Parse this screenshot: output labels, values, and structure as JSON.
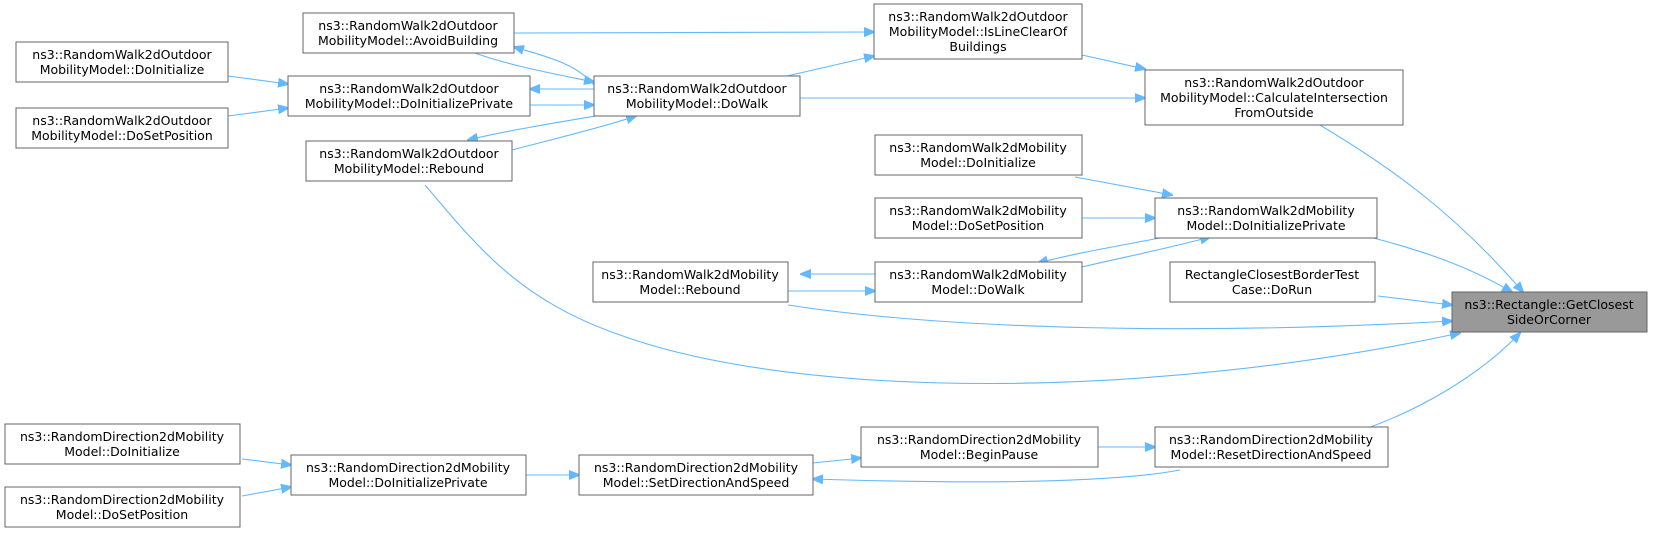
{
  "colors": {
    "edge": "#63b8ff",
    "node_border": "#666666",
    "root_fill": "#999999",
    "background": "#ffffff"
  },
  "nodes": {
    "root": [
      "ns3::Rectangle::GetClosest",
      "SideOrCorner"
    ],
    "rw2o_avoid": [
      "ns3::RandomWalk2dOutdoor",
      "MobilityModel::AvoidBuilding"
    ],
    "rw2o_islineclear": [
      "ns3::RandomWalk2dOutdoor",
      "MobilityModel::IsLineClearOf",
      "Buildings"
    ],
    "rw2o_doinit": [
      "ns3::RandomWalk2dOutdoor",
      "MobilityModel::DoInitialize"
    ],
    "rw2o_doinitpriv": [
      "ns3::RandomWalk2dOutdoor",
      "MobilityModel::DoInitializePrivate"
    ],
    "rw2o_dowalk": [
      "ns3::RandomWalk2dOutdoor",
      "MobilityModel::DoWalk"
    ],
    "rw2o_calcint": [
      "ns3::RandomWalk2dOutdoor",
      "MobilityModel::CalculateIntersection",
      "FromOutside"
    ],
    "rw2o_dosetpos": [
      "ns3::RandomWalk2dOutdoor",
      "MobilityModel::DoSetPosition"
    ],
    "rw2o_rebound": [
      "ns3::RandomWalk2dOutdoor",
      "MobilityModel::Rebound"
    ],
    "rw2d_doinit": [
      "ns3::RandomWalk2dMobility",
      "Model::DoInitialize"
    ],
    "rw2d_dosetpos": [
      "ns3::RandomWalk2dMobility",
      "Model::DoSetPosition"
    ],
    "rw2d_doinitpriv": [
      "ns3::RandomWalk2dMobility",
      "Model::DoInitializePrivate"
    ],
    "rw2d_rebound": [
      "ns3::RandomWalk2dMobility",
      "Model::Rebound"
    ],
    "rw2d_dowalk": [
      "ns3::RandomWalk2dMobility",
      "Model::DoWalk"
    ],
    "rect_test": [
      "RectangleClosestBorderTest",
      "Case::DoRun"
    ],
    "rd2d_doinit": [
      "ns3::RandomDirection2dMobility",
      "Model::DoInitialize"
    ],
    "rd2d_doinitpriv": [
      "ns3::RandomDirection2dMobility",
      "Model::DoInitializePrivate"
    ],
    "rd2d_setdir": [
      "ns3::RandomDirection2dMobility",
      "Model::SetDirectionAndSpeed"
    ],
    "rd2d_beginpause": [
      "ns3::RandomDirection2dMobility",
      "Model::BeginPause"
    ],
    "rd2d_resetdir": [
      "ns3::RandomDirection2dMobility",
      "Model::ResetDirectionAndSpeed"
    ],
    "rd2d_dosetpos": [
      "ns3::RandomDirection2dMobility",
      "Model::DoSetPosition"
    ]
  },
  "edges": [
    [
      "rw2o_calcint",
      "root"
    ],
    [
      "rw2d_doinitpriv",
      "root"
    ],
    [
      "rect_test",
      "root"
    ],
    [
      "rw2d_rebound",
      "root"
    ],
    [
      "rw2o_rebound",
      "root"
    ],
    [
      "rd2d_resetdir",
      "root"
    ],
    [
      "rw2o_islineclear",
      "rw2o_calcint"
    ],
    [
      "rw2o_dowalk",
      "rw2o_calcint"
    ],
    [
      "rw2o_avoid",
      "rw2o_islineclear"
    ],
    [
      "rw2o_dowalk",
      "rw2o_islineclear"
    ],
    [
      "rw2o_dowalk",
      "rw2o_avoid"
    ],
    [
      "rw2o_avoid",
      "rw2o_dowalk"
    ],
    [
      "rw2o_doinitpriv",
      "rw2o_dowalk"
    ],
    [
      "rw2o_dowalk",
      "rw2o_doinitpriv"
    ],
    [
      "rw2o_rebound",
      "rw2o_dowalk"
    ],
    [
      "rw2o_dowalk",
      "rw2o_rebound"
    ],
    [
      "rw2o_doinit",
      "rw2o_doinitpriv"
    ],
    [
      "rw2o_dosetpos",
      "rw2o_doinitpriv"
    ],
    [
      "rw2d_doinit",
      "rw2d_doinitpriv"
    ],
    [
      "rw2d_dosetpos",
      "rw2d_doinitpriv"
    ],
    [
      "rw2d_dowalk",
      "rw2d_doinitpriv"
    ],
    [
      "rw2d_doinitpriv",
      "rw2d_dowalk"
    ],
    [
      "rw2d_rebound",
      "rw2d_dowalk"
    ],
    [
      "rw2d_dowalk",
      "rw2d_rebound"
    ],
    [
      "rd2d_beginpause",
      "rd2d_resetdir"
    ],
    [
      "rd2d_resetdir",
      "rd2d_setdir"
    ],
    [
      "rd2d_setdir",
      "rd2d_beginpause"
    ],
    [
      "rd2d_doinitpriv",
      "rd2d_setdir"
    ],
    [
      "rd2d_doinit",
      "rd2d_doinitpriv"
    ],
    [
      "rd2d_dosetpos",
      "rd2d_doinitpriv"
    ]
  ]
}
